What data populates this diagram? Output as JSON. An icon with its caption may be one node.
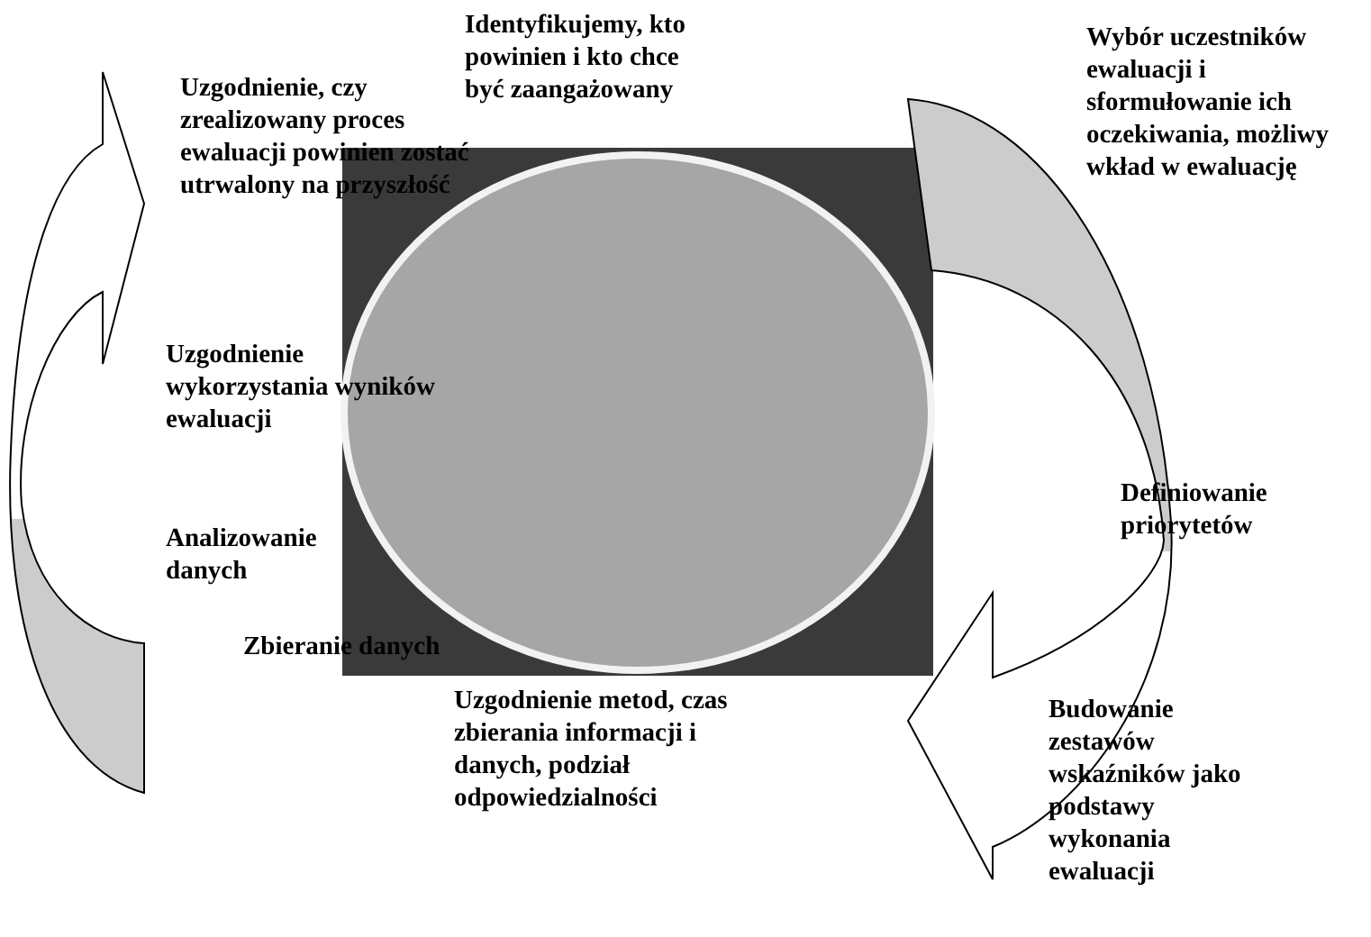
{
  "diagram": {
    "labels": [
      "Identyfikujemy, kto powinien i kto chce być zaangażowany",
      "Wybór uczestników ewaluacji i sformułowanie ich oczekiwania, możliwy wkład w ewaluację",
      "Uzgodnienie, czy zrealizowany proces ewaluacji powinien zostać utrwalony na przyszłość",
      "Uzgodnienie wykorzystania wyników ewaluacji",
      "Definiowanie priorytetów",
      "Analizowanie danych",
      "Zbieranie danych",
      "Uzgodnienie metod, czas zbierania informacji i danych, podział odpowiedzialności",
      "Budowanie zestawów wskaźników jako podstawy wykonania ewaluacji"
    ]
  }
}
